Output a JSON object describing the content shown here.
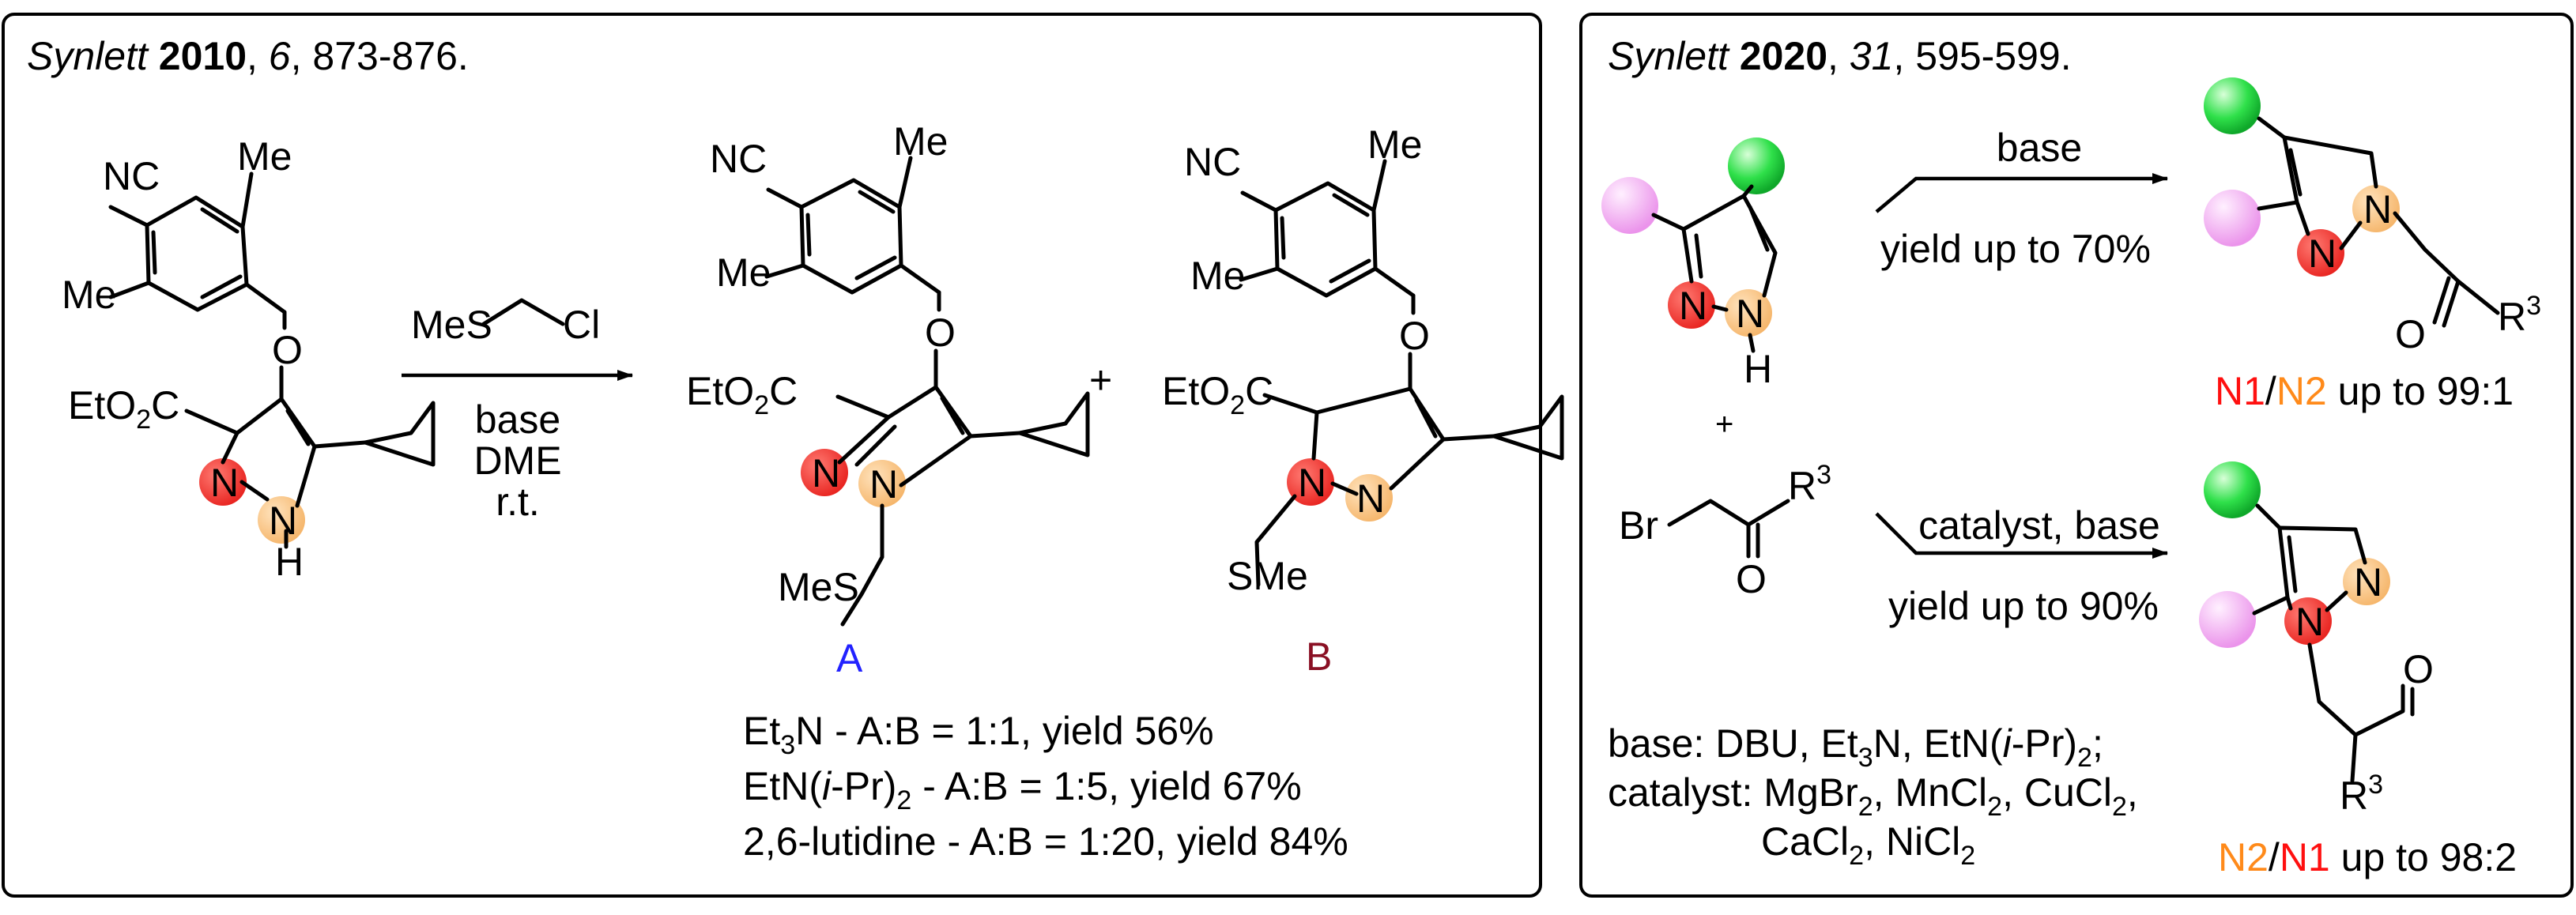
{
  "left_panel": {
    "reference": {
      "journal": "Synlett",
      "year": "2010",
      "sep1": ", ",
      "volume": "6",
      "pages": ", 873-876."
    },
    "reagent": {
      "mes": "MeS",
      "cl": "Cl"
    },
    "conditions": [
      "base",
      "DME",
      "r.t."
    ],
    "plus": "+",
    "product_a_label": "A",
    "product_b_label": "B",
    "labels": {
      "nc": "NC",
      "me": "Me",
      "o": "O",
      "eto2c": "EtO",
      "sub2": "2",
      "c": "C",
      "n": "N",
      "h": "H",
      "mes": "MeS",
      "sme": "SMe"
    },
    "results": [
      {
        "pre": "Et",
        "sub": "3",
        "post": "N - A:B = 1:1, yield 56%"
      },
      {
        "pre": "EtN(",
        "it": "i",
        "mid": "-Pr)",
        "sub": "2",
        "post": " - A:B = 1:5, yield 67%"
      },
      {
        "pre": "2,6-lutidine - A:B = 1:20, yield 84%"
      }
    ]
  },
  "right_panel": {
    "reference": {
      "journal": "Synlett",
      "year": "2020",
      "sep1": ", ",
      "volume": "31",
      "pages": ", 595-599."
    },
    "arrow_top": {
      "above": "base",
      "below": "yield up to 70%"
    },
    "arrow_bottom": {
      "above": "catalyst, base",
      "below": "yield up to 90%"
    },
    "plus": "+",
    "labels": {
      "n": "N",
      "h": "H",
      "br": "Br",
      "o": "O",
      "r": "R",
      "r_sup": "3"
    },
    "ratio_top": {
      "first": "N1",
      "slash": "/",
      "second": "N2",
      "rest": " up to 99:1"
    },
    "ratio_bottom": {
      "first": "N2",
      "slash": "/",
      "second": "N1",
      "rest": " up to 98:2"
    },
    "notes": {
      "base_line": {
        "pre": "base: DBU, Et",
        "s1": "3",
        "mid1": "N, EtN(",
        "it": "i",
        "mid2": "-Pr)",
        "s2": "2",
        "post": ";"
      },
      "catalyst_line1": {
        "pre": "catalyst: MgBr",
        "s1": "2",
        "m1": ", MnCl",
        "s2": "2",
        "m2": ", CuCl",
        "s3": "2",
        "post": ","
      },
      "catalyst_line2": {
        "pre": "CaCl",
        "s1": "2",
        "m1": ", NiCl",
        "s2": "2"
      }
    }
  },
  "colors": {
    "n1_red": "#f0302e",
    "n2_orange": "#f7c27e",
    "green_sub": "#22cf3a",
    "pink_sub": "#f1a8f1",
    "label_a": "#2222ff",
    "label_b": "#8a1024",
    "ratio_red": "#ff1010",
    "ratio_orange": "#ff8a1a"
  }
}
